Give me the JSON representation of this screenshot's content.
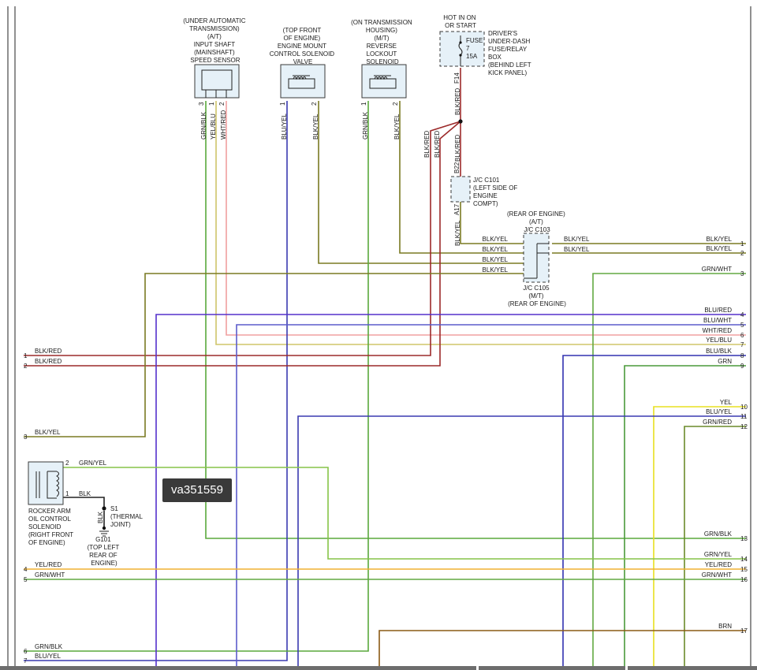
{
  "watermark": "va351559",
  "colors": {
    "blk_red": "#9c2a2a",
    "blk_yel": "#7a7a22",
    "grn_blk": "#5aa83c",
    "yel_blu": "#cfc56a",
    "wht_red": "#f0a0a0",
    "blu_yel": "#3a3ab0",
    "blu_red": "#5530cc",
    "blu_wht": "#5b5bcc",
    "blu_blk": "#3232b0",
    "grn": "#4a9a3a",
    "yel": "#e8e020",
    "grn_red": "#6a8a2a",
    "grn_yel": "#86c448",
    "yel_red": "#f0b030",
    "grn_wht": "#62a842",
    "brn": "#8a5a14",
    "blk": "#222222",
    "box_fill": "#e6f1f8"
  },
  "components": {
    "speed_sensor": {
      "lines": [
        "(UNDER AUTOMATIC",
        "TRANSMISSION)",
        "(A/T)",
        "INPUT SHAFT",
        "(MAINSHAFT)",
        "SPEED SENSOR"
      ],
      "pins": [
        "3",
        "1",
        "2"
      ]
    },
    "mount_valve": {
      "lines": [
        "(TOP FRONT",
        "OF ENGINE)",
        "ENGINE MOUNT",
        "CONTROL SOLENOID",
        "VALVE"
      ],
      "pins": [
        "1",
        "2"
      ]
    },
    "lockout_solenoid": {
      "lines": [
        "(ON TRANSMISSION",
        "HOUSING)",
        "(M/T)",
        "REVERSE",
        "LOCKOUT",
        "SOLENOID"
      ],
      "pins": [
        "1",
        "2"
      ]
    },
    "fuse": {
      "hot": [
        "HOT IN ON",
        "OR START"
      ],
      "label": [
        "FUSE",
        "7",
        "15A"
      ],
      "box": [
        "DRIVER'S",
        "UNDER-DASH",
        "FUSE/RELAY",
        "BOX",
        "(BEHIND LEFT",
        "KICK PANEL)"
      ],
      "pin": "F14"
    },
    "jc101": {
      "label": [
        "J/C C101",
        "(LEFT SIDE OF",
        "ENGINE",
        "COMPT)"
      ],
      "pin_top": "B22",
      "pin_bottom": "A17"
    },
    "jc103": {
      "label": [
        "(REAR OF ENGINE)",
        "(A/T)",
        "J/C C103"
      ]
    },
    "jc105": {
      "label": [
        "J/C C105",
        "(M/T)",
        "(REAR OF ENGINE)"
      ]
    },
    "rocker": {
      "lines": [
        "ROCKER ARM",
        "OIL CONTROL",
        "SOLENOID",
        "(RIGHT FRONT",
        "OF ENGINE)"
      ],
      "pins": [
        "2",
        "1"
      ]
    },
    "ground": {
      "s1": [
        "S1",
        "(THERMAL",
        "JOINT)"
      ],
      "g101": [
        "G101",
        "(TOP LEFT",
        "REAR OF",
        "ENGINE)"
      ],
      "wire": "BLK"
    }
  },
  "wire_labels": {
    "grn_blk": "GRN/BLK",
    "yel_blu": "YEL/BLU",
    "wht_red": "WHT/RED",
    "blu_yel": "BLU/YEL",
    "blk_yel": "BLK/YEL",
    "blk_red": "BLK/RED",
    "grn_yel": "GRN/YEL",
    "blk": "BLK"
  },
  "left_connectors": [
    {
      "num": "1",
      "label": "BLK/RED"
    },
    {
      "num": "2",
      "label": "BLK/RED"
    },
    {
      "num": "3",
      "label": "BLK/YEL"
    },
    {
      "num": "4",
      "label": "YEL/RED"
    },
    {
      "num": "5",
      "label": "GRN/WHT"
    },
    {
      "num": "6",
      "label": "GRN/BLK"
    },
    {
      "num": "7",
      "label": "BLU/YEL"
    }
  ],
  "right_connectors": [
    {
      "num": "1",
      "label": "BLK/YEL"
    },
    {
      "num": "2",
      "label": "BLK/YEL"
    },
    {
      "num": "3",
      "label": "GRN/WHT"
    },
    {
      "num": "4",
      "label": "BLU/RED"
    },
    {
      "num": "5",
      "label": "BLU/WHT"
    },
    {
      "num": "6",
      "label": "WHT/RED"
    },
    {
      "num": "7",
      "label": "YEL/BLU"
    },
    {
      "num": "8",
      "label": "BLU/BLK"
    },
    {
      "num": "9",
      "label": "GRN"
    },
    {
      "num": "10",
      "label": "YEL"
    },
    {
      "num": "11",
      "label": "BLU/YEL"
    },
    {
      "num": "12",
      "label": "GRN/RED"
    },
    {
      "num": "13",
      "label": "GRN/BLK"
    },
    {
      "num": "14",
      "label": "GRN/YEL"
    },
    {
      "num": "15",
      "label": "YEL/RED"
    },
    {
      "num": "16",
      "label": "GRN/WHT"
    },
    {
      "num": "17",
      "label": "BRN"
    }
  ],
  "jc_labels": {
    "in": [
      "BLK/YEL",
      "BLK/YEL",
      "BLK/YEL",
      "BLK/YEL"
    ],
    "out": [
      "BLK/YEL",
      "BLK/YEL"
    ]
  }
}
